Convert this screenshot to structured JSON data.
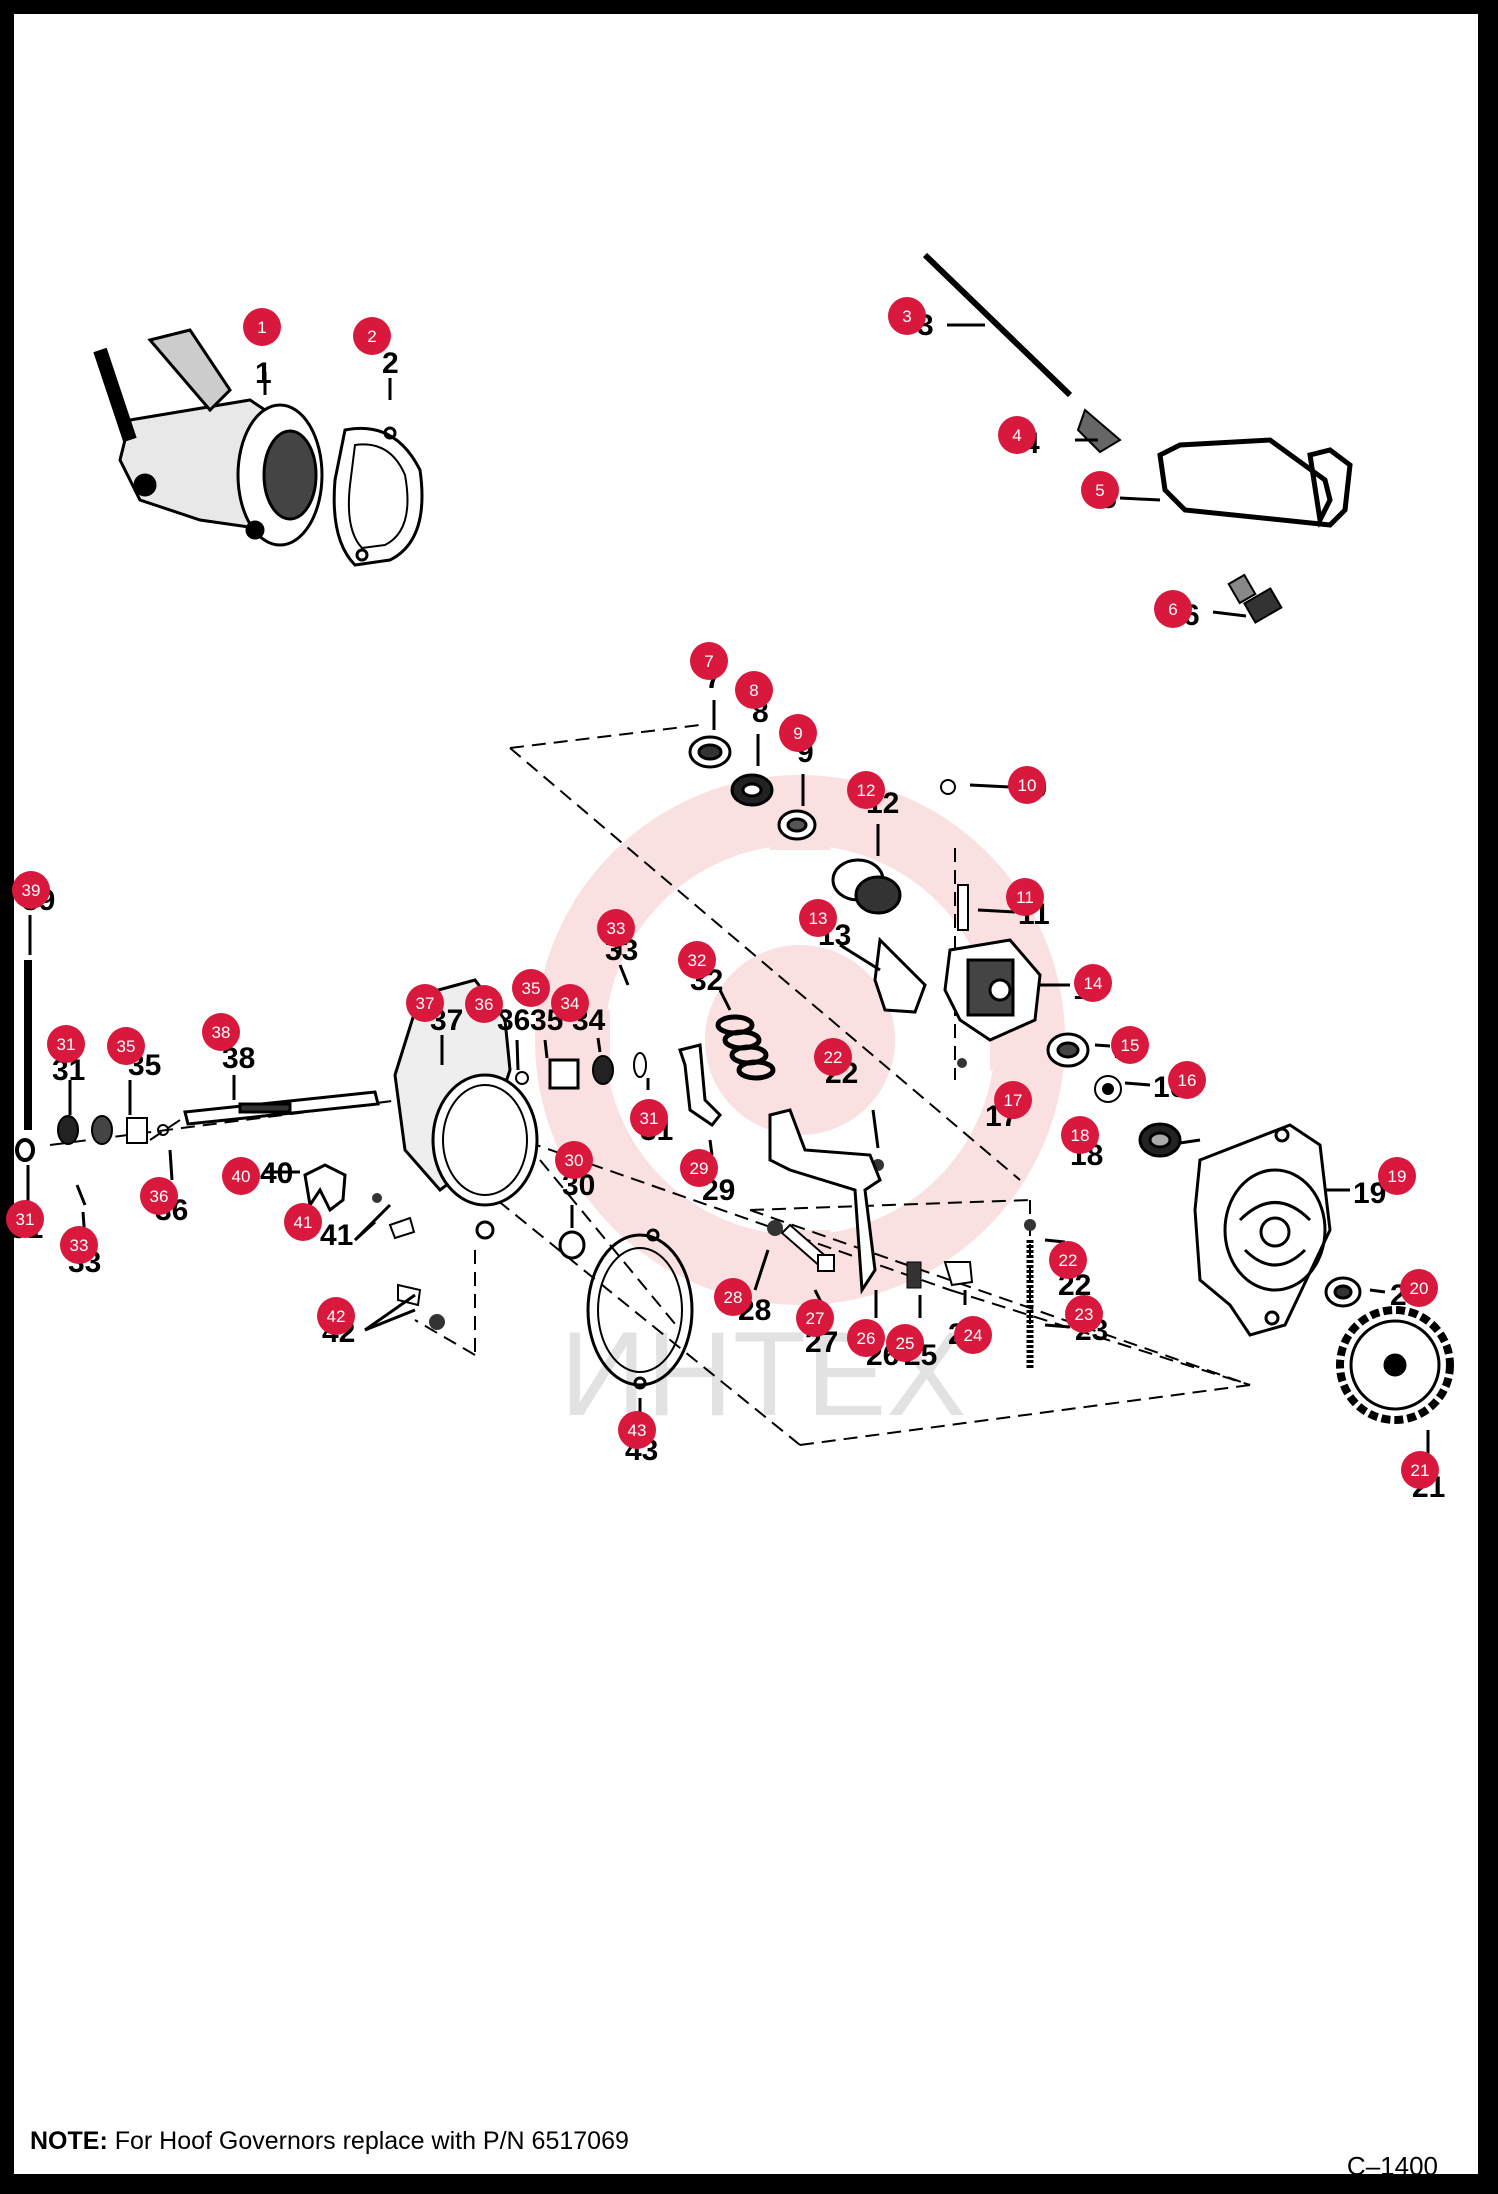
{
  "note": {
    "prefix": "NOTE:",
    "text": "For Hoof Governors replace with P/N 6517069"
  },
  "figure_code": "C–1400",
  "watermark": "ИНТЕХ",
  "colors": {
    "badge": "#d8183c",
    "line": "#000000",
    "watermark": "#f2a9a9"
  },
  "callouts": [
    {
      "id": "1",
      "num": "1"
    },
    {
      "id": "2",
      "num": "2"
    },
    {
      "id": "3",
      "num": "3"
    },
    {
      "id": "4",
      "num": "4"
    },
    {
      "id": "5",
      "num": "5"
    },
    {
      "id": "6",
      "num": "6"
    },
    {
      "id": "7",
      "num": "7"
    },
    {
      "id": "8",
      "num": "8"
    },
    {
      "id": "9",
      "num": "9"
    },
    {
      "id": "10",
      "num": "10"
    },
    {
      "id": "11",
      "num": "11"
    },
    {
      "id": "12",
      "num": "12"
    },
    {
      "id": "13",
      "num": "13"
    },
    {
      "id": "14",
      "num": "14"
    },
    {
      "id": "15",
      "num": "15"
    },
    {
      "id": "16",
      "num": "16"
    },
    {
      "id": "17",
      "num": "17"
    },
    {
      "id": "18",
      "num": "18"
    },
    {
      "id": "19",
      "num": "19"
    },
    {
      "id": "20",
      "num": "20"
    },
    {
      "id": "21",
      "num": "21"
    },
    {
      "id": "22a",
      "num": "22"
    },
    {
      "id": "22b",
      "num": "22"
    },
    {
      "id": "23",
      "num": "23"
    },
    {
      "id": "24",
      "num": "24"
    },
    {
      "id": "25",
      "num": "25"
    },
    {
      "id": "26",
      "num": "26"
    },
    {
      "id": "27",
      "num": "27"
    },
    {
      "id": "28",
      "num": "28"
    },
    {
      "id": "29",
      "num": "29"
    },
    {
      "id": "30",
      "num": "30"
    },
    {
      "id": "31a",
      "num": "31"
    },
    {
      "id": "31b",
      "num": "31"
    },
    {
      "id": "31c",
      "num": "31"
    },
    {
      "id": "32",
      "num": "32"
    },
    {
      "id": "33a",
      "num": "33"
    },
    {
      "id": "33b",
      "num": "33"
    },
    {
      "id": "34",
      "num": "34"
    },
    {
      "id": "35a",
      "num": "35"
    },
    {
      "id": "35b",
      "num": "35"
    },
    {
      "id": "36a",
      "num": "36"
    },
    {
      "id": "36b",
      "num": "36"
    },
    {
      "id": "37",
      "num": "37"
    },
    {
      "id": "38",
      "num": "38"
    },
    {
      "id": "39",
      "num": "39"
    },
    {
      "id": "40",
      "num": "40"
    },
    {
      "id": "41",
      "num": "41"
    },
    {
      "id": "42",
      "num": "42"
    },
    {
      "id": "43",
      "num": "43"
    }
  ]
}
